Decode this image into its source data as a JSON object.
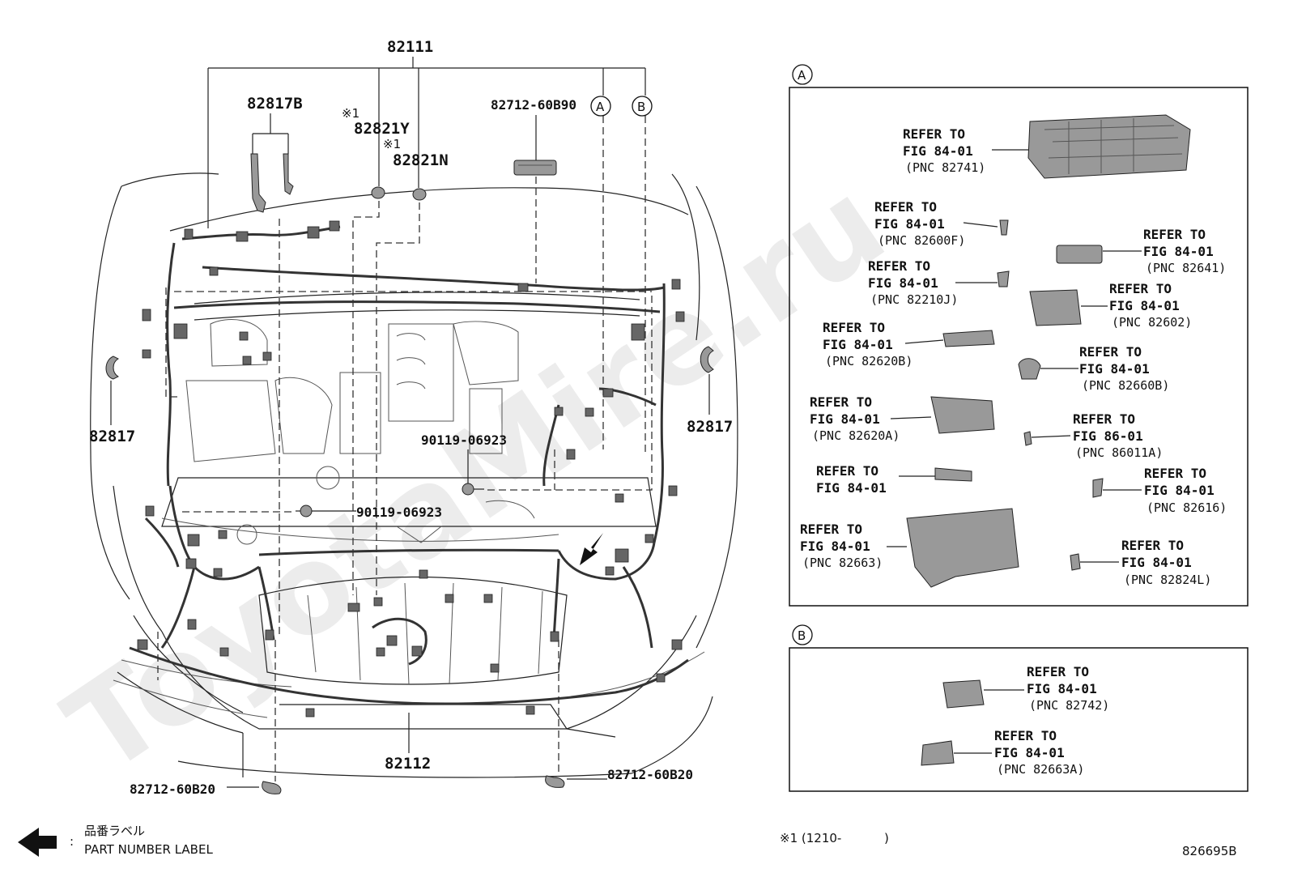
{
  "diagram": {
    "callouts": {
      "main_harness": "82111",
      "clip_b": "82817B",
      "note_mark_1": "※1",
      "part_y": "82821Y",
      "note_mark_2": "※1",
      "part_n": "82821N",
      "label_top": "82712-60B90",
      "ref_a": "A",
      "ref_b": "B",
      "clip_left": "82817",
      "clip_right": "82817",
      "bolt_1": "90119-06923",
      "bolt_2": "90119-06923",
      "front_harness": "82112",
      "label_bottom_left": "82712-60B20",
      "label_bottom_right": "82712-60B20"
    },
    "box_a": {
      "tag": "A",
      "items": [
        {
          "refer": "REFER TO",
          "fig": "FIG 84-01",
          "pnc": "(PNC 82741)"
        },
        {
          "refer": "REFER TO",
          "fig": "FIG 84-01",
          "pnc": "(PNC 82600F)"
        },
        {
          "refer": "REFER TO",
          "fig": "FIG 84-01",
          "pnc": "(PNC 82641)"
        },
        {
          "refer": "REFER TO",
          "fig": "FIG 84-01",
          "pnc": "(PNC 82210J)"
        },
        {
          "refer": "REFER TO",
          "fig": "FIG 84-01",
          "pnc": "(PNC 82602)"
        },
        {
          "refer": "REFER TO",
          "fig": "FIG 84-01",
          "pnc": "(PNC 82620B)"
        },
        {
          "refer": "REFER TO",
          "fig": "FIG 84-01",
          "pnc": "(PNC 82660B)"
        },
        {
          "refer": "REFER TO",
          "fig": "FIG 84-01",
          "pnc": "(PNC 82620A)"
        },
        {
          "refer": "REFER TO",
          "fig": "FIG 86-01",
          "pnc": "(PNC 86011A)"
        },
        {
          "refer": "REFER TO",
          "fig": "FIG 84-01",
          "pnc": ""
        },
        {
          "refer": "REFER TO",
          "fig": "FIG 84-01",
          "pnc": "(PNC 82616)"
        },
        {
          "refer": "REFER TO",
          "fig": "FIG 84-01",
          "pnc": "(PNC 82663)"
        },
        {
          "refer": "REFER TO",
          "fig": "FIG 84-01",
          "pnc": "(PNC 82824L)"
        }
      ]
    },
    "box_b": {
      "tag": "B",
      "items": [
        {
          "refer": "REFER TO",
          "fig": "FIG 84-01",
          "pnc": "(PNC 82742)"
        },
        {
          "refer": "REFER TO",
          "fig": "FIG 84-01",
          "pnc": "(PNC 82663A)"
        }
      ]
    },
    "legend": {
      "jp": "品番ラベル",
      "colon": ":",
      "en": "PART NUMBER LABEL"
    },
    "footnote": "※1 (1210-",
    "footnote_close": ")",
    "drawing_id": "826695B",
    "watermark": "ToyotaMire.ru"
  }
}
